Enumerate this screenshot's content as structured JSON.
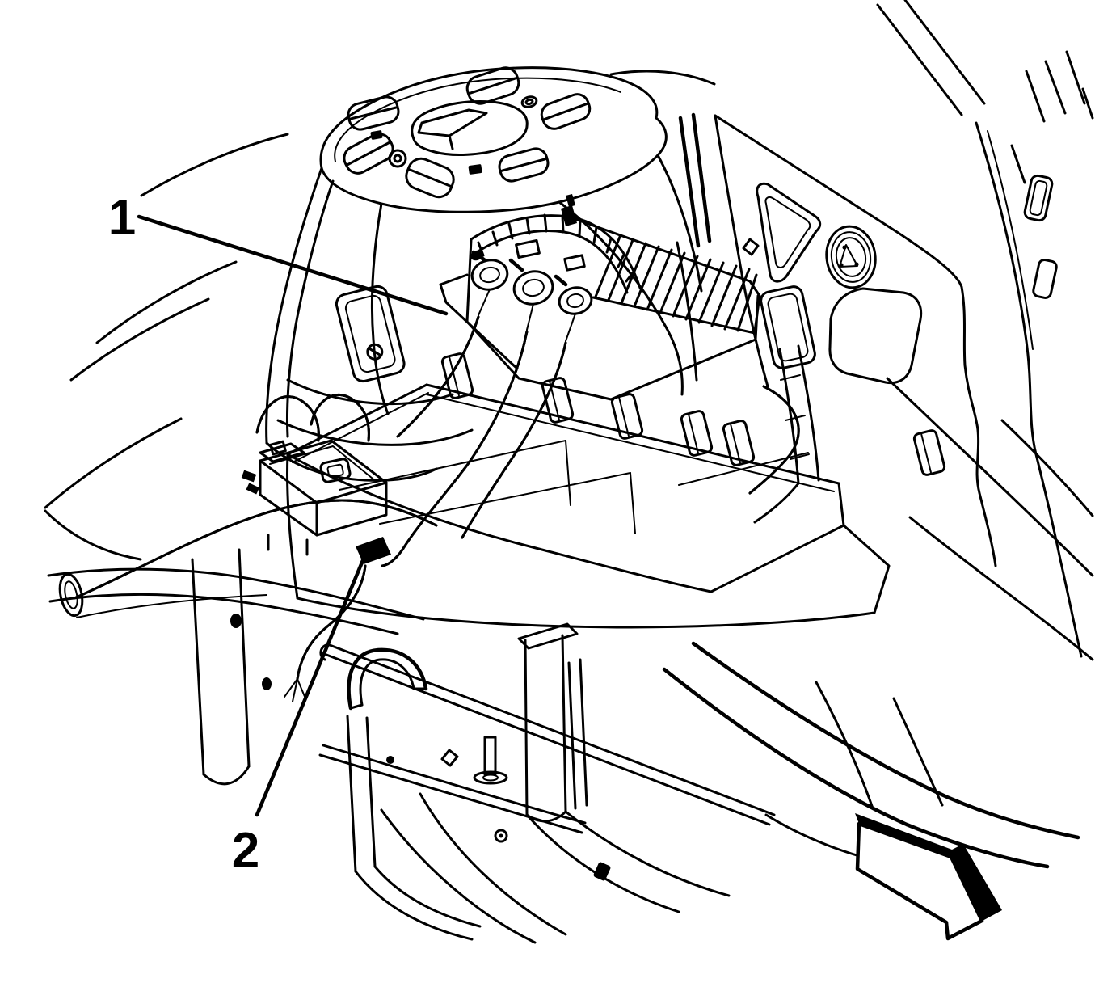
{
  "figure": {
    "kind": "technical-line-illustration",
    "subject": "engine-compartment-component-view",
    "colors": {
      "line": "#000000",
      "background": "#ffffff"
    }
  },
  "callouts": [
    {
      "number": "1"
    },
    {
      "number": "2"
    }
  ],
  "icons": {
    "direction_arrow": "3d-arrow-pointing-lower-right",
    "emblem": "round-emblem-with-warning-triangle"
  }
}
